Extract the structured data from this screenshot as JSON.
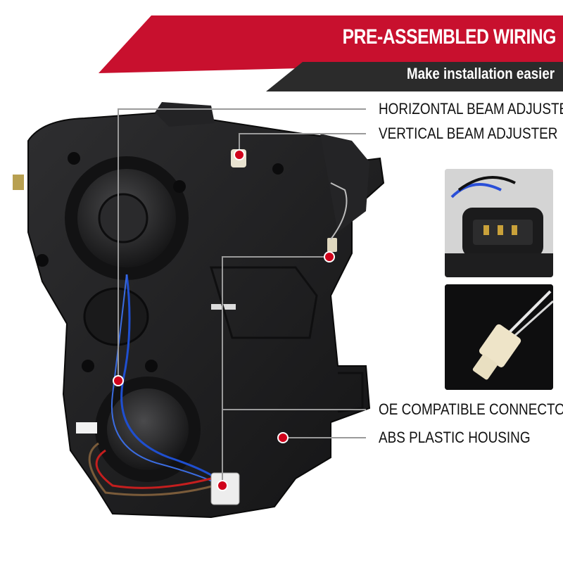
{
  "banner": {
    "title": "PRE-ASSEMBLED WIRING",
    "subtitle": "Make installation easier",
    "title_color": "#c8102e",
    "subtitle_color": "#2b2b2b"
  },
  "callouts": [
    {
      "label": "HORIZONTAL BEAM ADJUSTER"
    },
    {
      "label": "VERTICAL BEAM ADJUSTER"
    },
    {
      "label": "OE COMPATIBLE CONNECTORS"
    },
    {
      "label": "ABS PLASTIC HOUSING"
    }
  ],
  "colors": {
    "marker": "#d0021b",
    "leader_line": "#9a9a9a",
    "housing": "#1c1c1e"
  },
  "insets": [
    {
      "name": "connector-plug-closeup"
    },
    {
      "name": "bulb-socket-closeup"
    }
  ]
}
